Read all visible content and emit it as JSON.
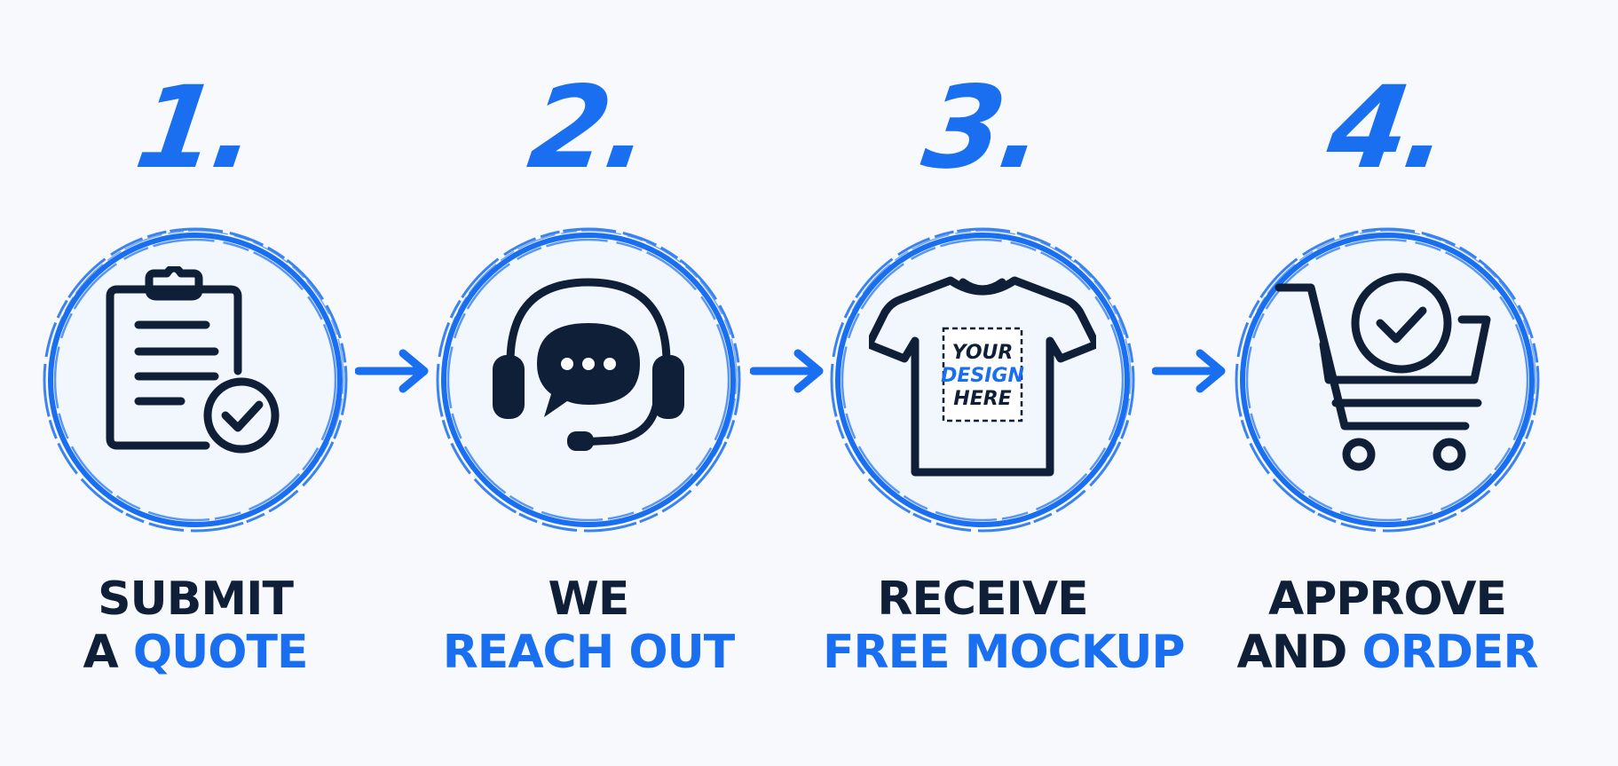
{
  "colors": {
    "accent": "#1a6ff0",
    "dark": "#0f1f38",
    "background": "#f7f9fc"
  },
  "steps": [
    {
      "number": "1.",
      "icon": "clipboard-check-icon",
      "caption_line1_dark": "SUBMIT",
      "caption_line2_dark": "A ",
      "caption_line2_blue": "QUOTE"
    },
    {
      "number": "2.",
      "icon": "headset-chat-icon",
      "caption_line1_dark": "WE",
      "caption_line2_dark": "",
      "caption_line2_blue": "REACH OUT"
    },
    {
      "number": "3.",
      "icon": "tshirt-icon",
      "tshirt_text": [
        "YOUR",
        "DESIGN",
        "HERE"
      ],
      "caption_line1_dark": "RECEIVE",
      "caption_line2_dark": "",
      "caption_line2_blue": "FREE MOCKUP"
    },
    {
      "number": "4.",
      "icon": "cart-check-icon",
      "caption_line1_dark": "APPROVE",
      "caption_line2_dark": "AND ",
      "caption_line2_blue": "ORDER"
    }
  ]
}
